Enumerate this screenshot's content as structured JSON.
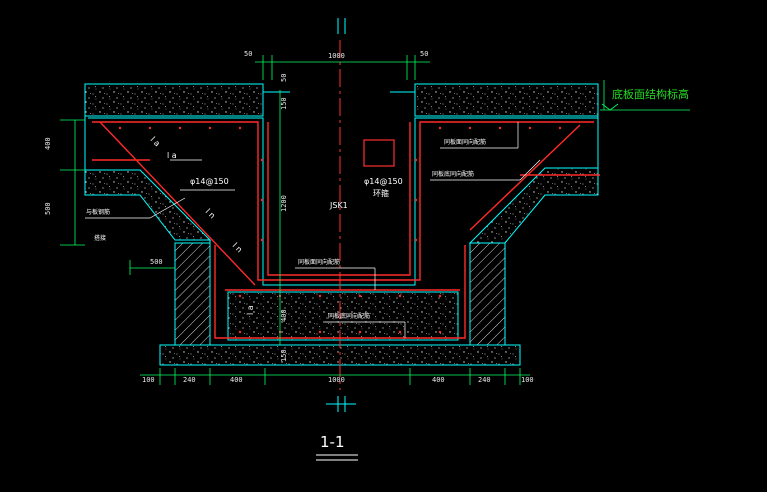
{
  "drawing": {
    "section_title": "1-1",
    "elevation_label": "底板面结构标高",
    "center_mark_label": "JSK1",
    "annotations": {
      "la_left": "l a",
      "la_upper": "l a",
      "ln_mid": "l n",
      "ln_lower": "l n",
      "la_bottom": "l a",
      "rebar_spec": "φ14@150",
      "rebar_spec_2": "φ14@150",
      "hoop_label": "环箍",
      "note_left_1": "与板钢筋",
      "note_left_2": "搭接",
      "note_right_1": "同板面同向配筋",
      "note_right_2": "同板底同向配筋",
      "note_inner_1": "同板面同向配筋",
      "note_inner_2": "同板底同向配筋"
    },
    "dimensions": {
      "top_left_50": "50",
      "top_1000": "1000",
      "top_right_50": "50",
      "left_400": "400",
      "left_500": "500",
      "left_500b": "500",
      "v_50": "50",
      "v_150": "150",
      "v_1200": "1200",
      "v_400": "400",
      "v_150b": "150",
      "bottom": [
        "100",
        "240",
        "400",
        "1000",
        "400",
        "240",
        "100"
      ]
    },
    "colors": {
      "concrete_outline": "#00ffff",
      "rebar": "#ff2a2a",
      "dimension": "#00ff66",
      "text": "#ffffff",
      "centerline": "#ff3030",
      "hatch": "#ffffff"
    }
  }
}
